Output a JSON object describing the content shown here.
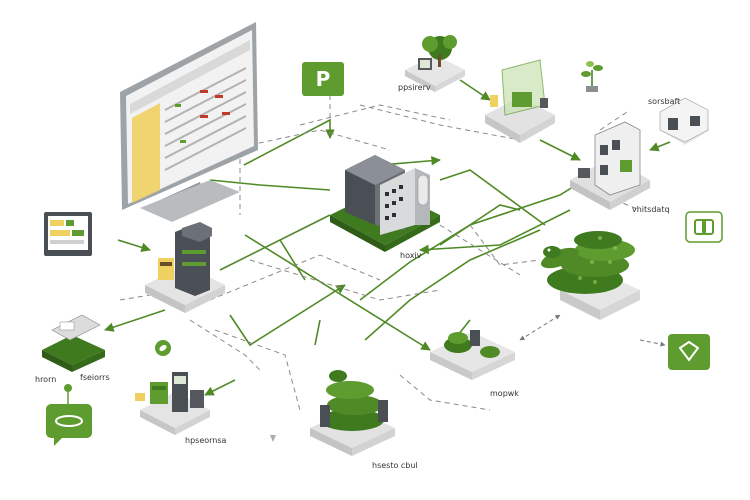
{
  "colors": {
    "accent": "#5e9c2f",
    "accent_dark": "#3f7a1f",
    "accent_light": "#8cc152",
    "line": "#4f8a26",
    "dash": "#8a8a8a",
    "base": "#e6e6e6",
    "building": "#4a4f55"
  },
  "badge_p": {
    "letter": "P"
  },
  "labels": {
    "top_node": "ppsirerv",
    "top_right_node": "sorsbaft",
    "right_node": "vhitsdatq",
    "center_node": "hoxiv",
    "left_bottom_a": "hrorn",
    "left_bottom_b": "fseiorrs",
    "bottom_left_node": "hpseornsa",
    "bottom_center_node": "hsesto cbul",
    "bottom_right_node": "mopwk"
  },
  "icons": {
    "monitor": "monitor-icon",
    "badge_p": "parking-badge-icon",
    "chat": "chat-bubble-icon",
    "chart_panel": "chart-panel-icon",
    "diamond": "diamond-badge-icon",
    "link": "link-badge-icon",
    "leaf": "leaf-icon"
  }
}
